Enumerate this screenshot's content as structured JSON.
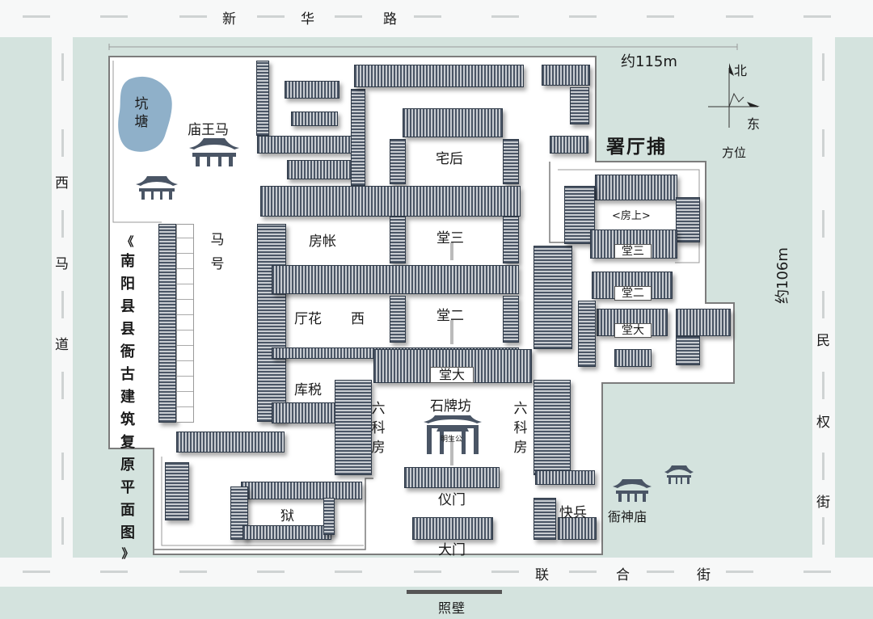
{
  "map_title": [
    "《",
    "南",
    "阳",
    "县",
    "县",
    "衙",
    "古",
    "建",
    "筑",
    "复",
    "原",
    "平",
    "面",
    "图",
    "》"
  ],
  "roads": {
    "top": [
      "新",
      "华",
      "路"
    ],
    "bottom": [
      "联",
      "合",
      "街"
    ],
    "left": [
      "西",
      "马",
      "道"
    ],
    "right": [
      "民",
      "权",
      "街"
    ]
  },
  "dimensions": {
    "width": "约115m",
    "height": "约106m"
  },
  "compass": {
    "north": "北",
    "east": "东",
    "label": "方位"
  },
  "pond": "坑塘",
  "labels": {
    "horse_king_temple": "庙王马",
    "horse_stable": "马号",
    "rear_residence": "宅后",
    "third_hall": "堂三",
    "accounts_room": "房帐",
    "west_flower_hall": "厅花",
    "west": "西",
    "second_hall": "堂二",
    "main_hall": "堂大",
    "tax_storehouse": "库税",
    "six_depts_west": [
      "六",
      "科",
      "房"
    ],
    "six_depts_east": [
      "六",
      "科",
      "房"
    ],
    "stone_archway": "石牌坊",
    "archway_plaque": "明生公",
    "ceremonial_gate": "仪门",
    "main_gate": "大门",
    "prison": "狱",
    "guards": "快兵",
    "yamen_god_temple": "衙神庙",
    "screen_wall": "照壁",
    "police_office": "署厅捕",
    "upper_room": "<房上>",
    "police_third_hall": "堂三",
    "police_second_hall": "堂二",
    "police_main_hall": "堂大"
  },
  "colors": {
    "ground": "#d4e3de",
    "pond": "#8fb0c9",
    "roof_dark": "#4a5565",
    "roof_light": "#c9cdd2"
  },
  "icons": [
    "pavilion-icon",
    "compass-arrow-icon",
    "archway-icon"
  ]
}
